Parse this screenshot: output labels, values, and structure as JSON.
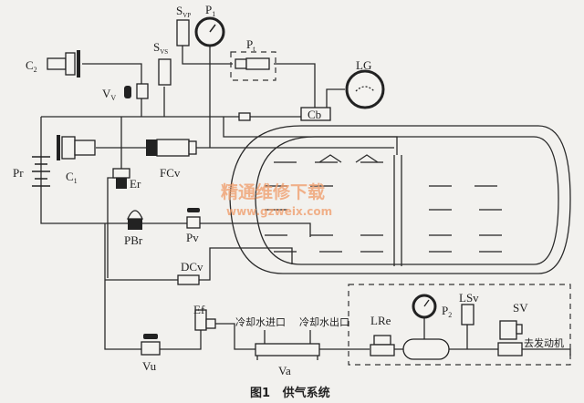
{
  "labels": {
    "C2": {
      "main": "C",
      "sub": "2"
    },
    "C1": {
      "main": "C",
      "sub": "1"
    },
    "Vv": {
      "main": "V",
      "sub": "V"
    },
    "Svs": {
      "main": "S",
      "sub": "VS"
    },
    "Svp": {
      "main": "S",
      "sub": "VP"
    },
    "P1": {
      "main": "P",
      "sub": "1"
    },
    "Pt": {
      "main": "P",
      "sub": "t"
    },
    "P2": {
      "main": "P",
      "sub": "2"
    },
    "LG": "LG",
    "Cb": "Cb",
    "Pr": "Pr",
    "FCv": "FCv",
    "Er": "Er",
    "PBr": "PBr",
    "Pv": "Pv",
    "DCv": "DCv",
    "Ef": "Ef",
    "Vu": "Vu",
    "Va": "Va",
    "LRe": "LRe",
    "LSv": "LSv",
    "SV": "SV",
    "coolant_in": "冷却水进口",
    "coolant_out": "冷却水出口",
    "to_engine": "去发动机"
  },
  "caption": "图1   供气系统",
  "watermark": {
    "title": "精通维修下载",
    "url": "www.gzweix.com"
  }
}
